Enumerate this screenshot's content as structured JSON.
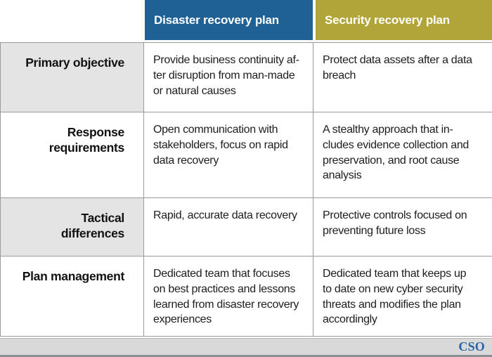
{
  "table": {
    "columns": [
      {
        "label": "Disaster recovery plan"
      },
      {
        "label": "Security recovery plan"
      }
    ],
    "rows": [
      {
        "label": "Primary objective",
        "disaster": "Provide business continuity af-\nter disruption from man-made\nor natural causes",
        "security": "Protect data assets after a data\nbreach"
      },
      {
        "label": "Response\nrequirements",
        "disaster": "Open communication with\nstakeholders, focus on rapid\ndata recovery",
        "security": "A stealthy approach that in-\ncludes evidence collection and\npreservation, and root cause\nanalysis"
      },
      {
        "label": "Tactical\ndifferences",
        "disaster": "Rapid, accurate data recovery",
        "security": "Protective controls focused on\npreventing future loss"
      },
      {
        "label": "Plan management",
        "disaster": "Dedicated team that focuses\non best practices and lessons\nlearned from disaster recovery\nexperiences",
        "security": "Dedicated team that keeps up\nto date on new cyber security\nthreats and modifies the plan\naccordingly"
      }
    ]
  },
  "footer": {
    "brand": "CSO"
  },
  "colors": {
    "disaster_header": "#1f6195",
    "security_header": "#b1a438",
    "label_shaded": "#e4e4e4",
    "grid_border": "#9a9a9a",
    "footer_bar": "#d9d9d9",
    "brand_text": "#2763a5"
  }
}
